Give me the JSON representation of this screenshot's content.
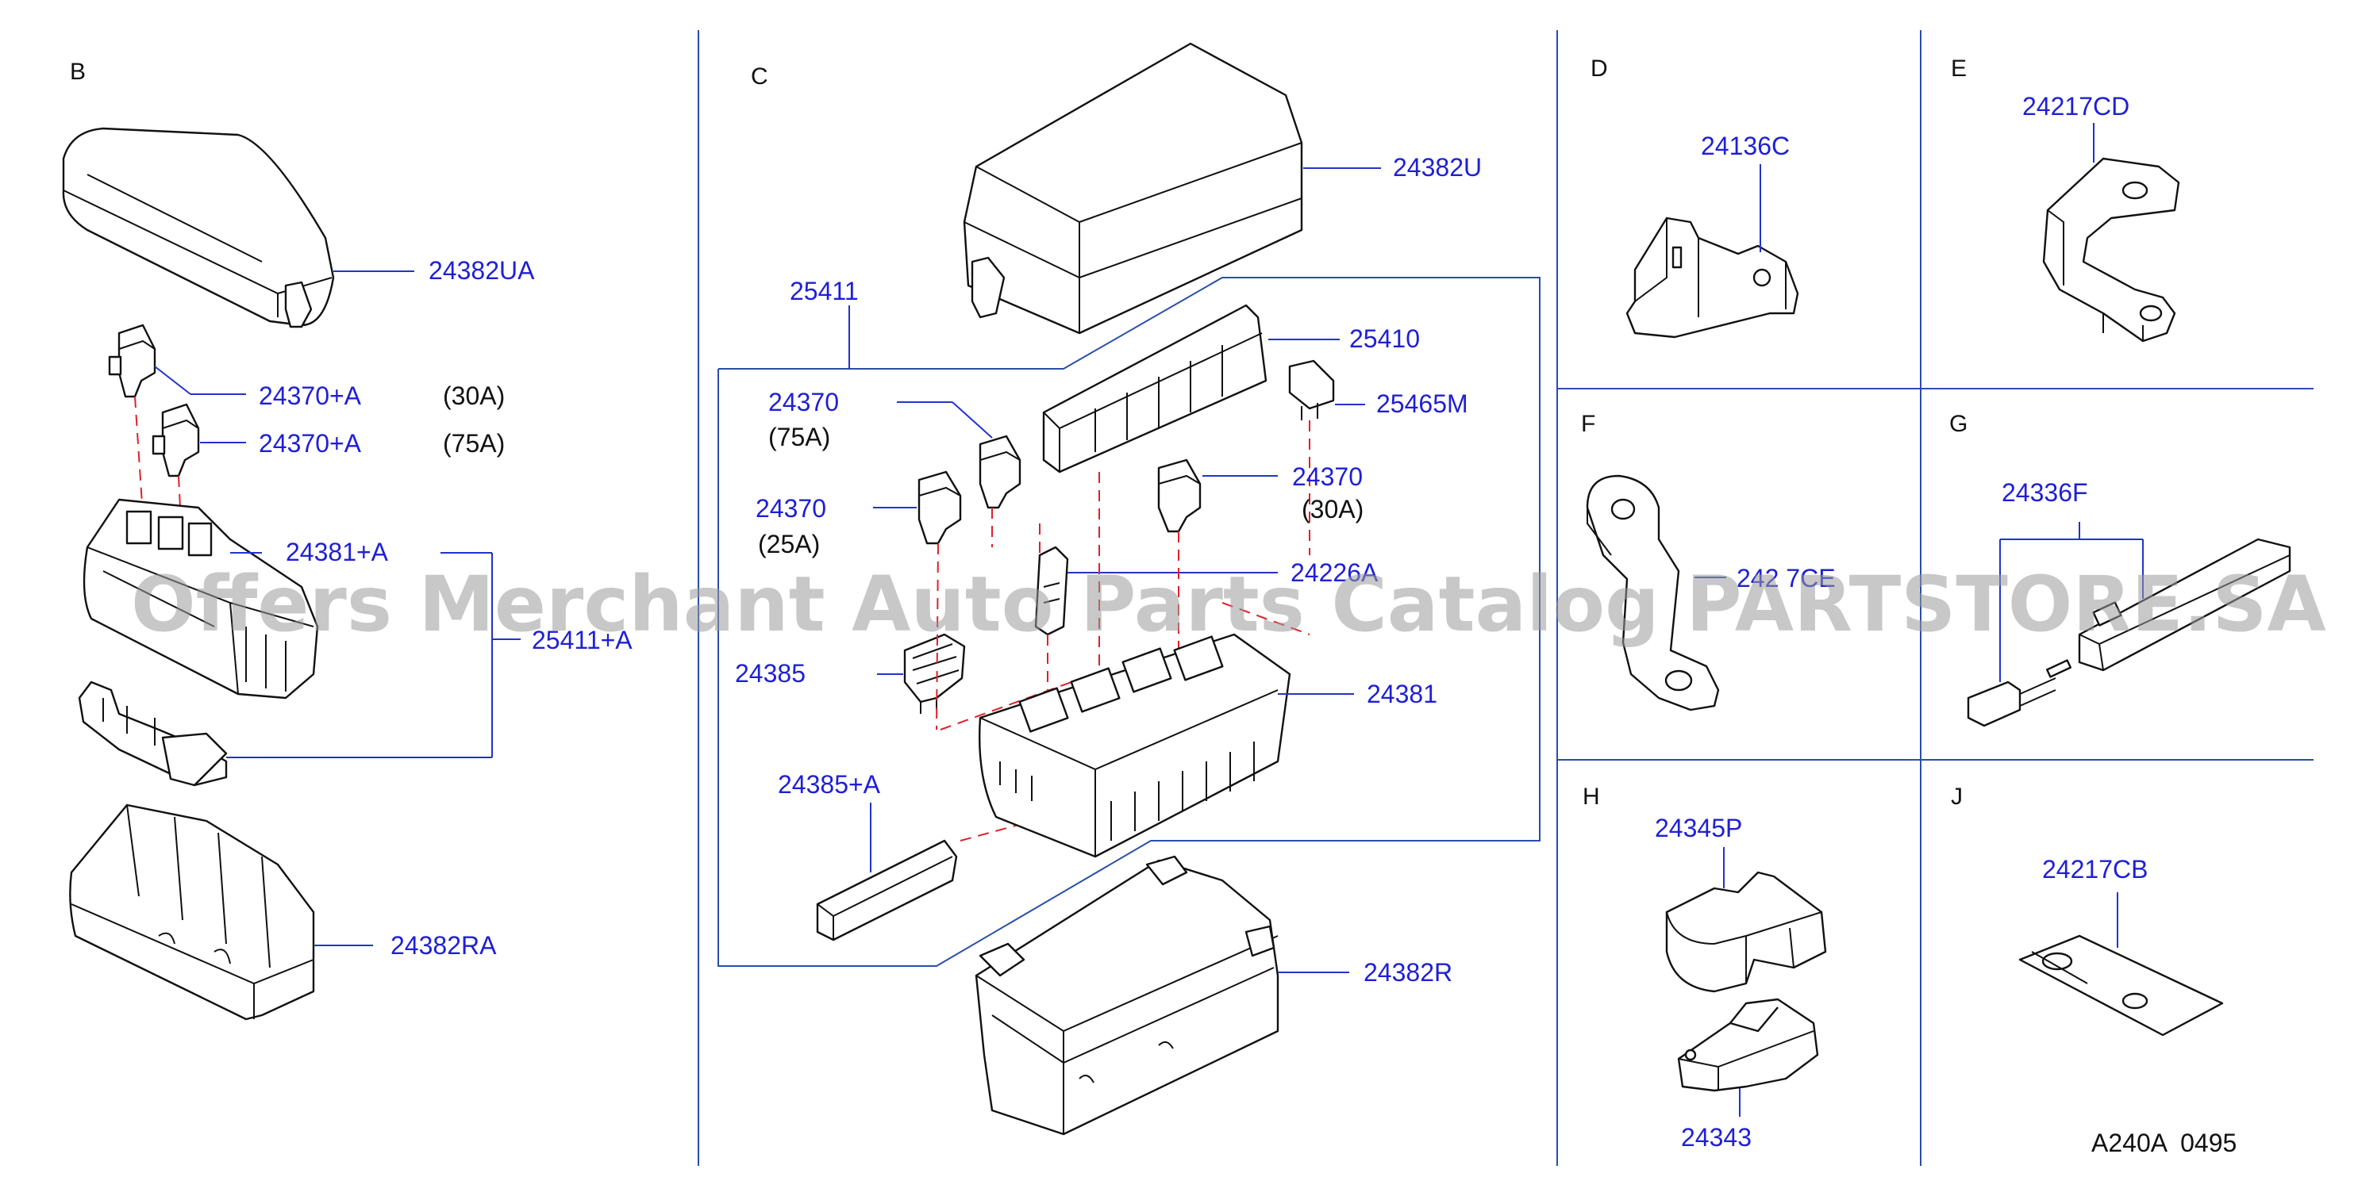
{
  "sections": [
    "B",
    "C",
    "D",
    "E",
    "F",
    "G",
    "H",
    "J"
  ],
  "part_numbers": {
    "p24382UA": "24382UA",
    "p24370A_30": "24370+A",
    "p24370A_75": "24370+A",
    "p24381A": "24381+A",
    "p25411A": "25411+A",
    "p24382RA": "24382RA",
    "p24382U": "24382U",
    "p25411": "25411",
    "p25410": "25410",
    "p25465M": "25465M",
    "p24370_75": "24370",
    "p24370_25": "24370",
    "p24370_30": "24370",
    "p24226A": "24226A",
    "p24385": "24385",
    "p24381": "24381",
    "p24385A": "24385+A",
    "p24382R": "24382R",
    "p24136C": "24136C",
    "p24217CD": "24217CD",
    "p24217CE_partial": "242 7CE",
    "p24336F": "24336F",
    "p24345P": "24345P",
    "p24343": "24343",
    "p24217CB": "24217CB"
  },
  "amperages": {
    "a30_b": "(30A)",
    "a75_b": "(75A)",
    "a75_c": "(75A)",
    "a25_c": "(25A)",
    "a30_c": "(30A)"
  },
  "reference_code": "A240A  0495",
  "watermark": "Offers Merchant Auto Parts Catalog PARTSTORE.SA",
  "colors": {
    "part_number_text": "#1f1fd6",
    "leader_line": "#2233cc",
    "dashed_guide": "#e0202a",
    "frame_line": "#2a4ea8"
  }
}
